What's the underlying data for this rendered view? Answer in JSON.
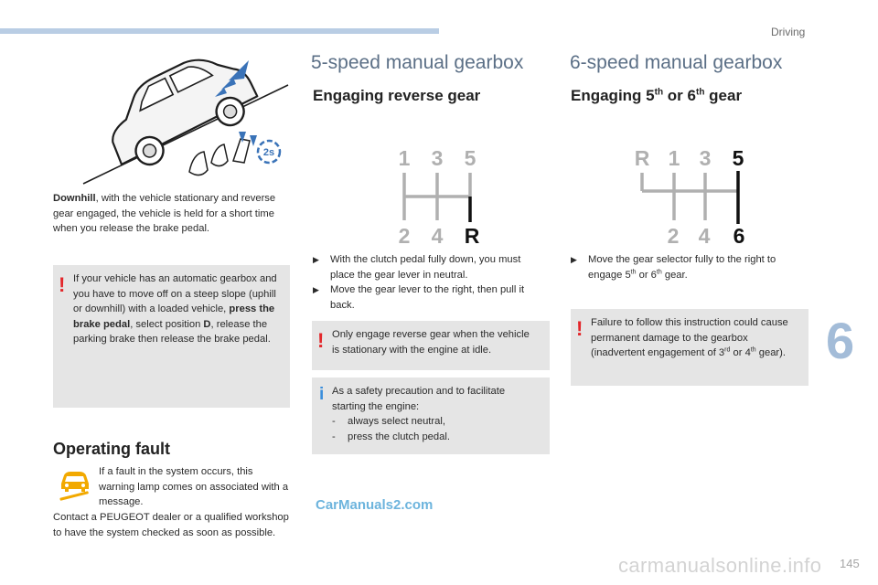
{
  "header": {
    "section_name": "Driving",
    "chapter_number": "6"
  },
  "col1": {
    "downhill_bold": "Downhill",
    "downhill_text": ", with the vehicle stationary and reverse gear engaged, the vehicle is held for a short time when you release the brake pedal.",
    "illustration_badge": "2s",
    "auto_warning": {
      "part1": "If your vehicle has an automatic gearbox and you have to move off on a steep slope (uphill or downhill) with a loaded vehicle, ",
      "bold1": "press the brake pedal",
      "part2": ", select position ",
      "bold2": "D",
      "part3": ", release the parking brake then release the brake pedal."
    },
    "operating_fault_title": "Operating fault",
    "fault_text": "If a fault in the system occurs, this warning lamp comes on associated with a message.",
    "contact_text": "Contact a PEUGEOT dealer or a qualified workshop to have the system checked as soon as possible."
  },
  "col2": {
    "title": "5-speed manual gearbox",
    "subtitle": "Engaging reverse gear",
    "gear_top": [
      "1",
      "3",
      "5"
    ],
    "gear_bottom": [
      "2",
      "4",
      "R"
    ],
    "bullets": [
      "With the clutch pedal fully down, you must place the gear lever in neutral.",
      "Move the gear lever to the right, then pull it back."
    ],
    "warning": "Only engage reverse gear when the vehicle is stationary with the engine at idle.",
    "info_intro": "As a safety precaution and to facilitate starting the engine:",
    "info_items": [
      "always select neutral,",
      "press the clutch pedal."
    ],
    "dash": "-"
  },
  "col3": {
    "title": "6-speed manual gearbox",
    "subtitle_pre": "Engaging 5",
    "subtitle_sup1": "th",
    "subtitle_mid": " or 6",
    "subtitle_sup2": "th",
    "subtitle_post": " gear",
    "gear_top": [
      "R",
      "1",
      "3",
      "5"
    ],
    "gear_bottom": [
      "2",
      "4",
      "6"
    ],
    "bullet_pre": "Move the gear selector fully to the right to engage 5",
    "bullet_sup1": "th",
    "bullet_mid": " or 6",
    "bullet_sup2": "th",
    "bullet_post": " gear.",
    "warning_pre": "Failure to follow this instruction could cause permanent damage to the gearbox (inadvertent engagement of 3",
    "warning_sup1": "rd",
    "warning_mid": " or 4",
    "warning_sup2": "th",
    "warning_post": " gear)."
  },
  "footer": {
    "watermark": "CarManuals2.com",
    "site": "carmanualsonline.info",
    "page_number": "145"
  },
  "icons": {
    "warning": "!",
    "info": "i",
    "bullet": "triangle-bullet-icon"
  },
  "colors": {
    "accent_blue": "#5b6f86",
    "warning_red": "#e3262a",
    "info_blue": "#3a8edc",
    "box_grey": "#e5e5e5"
  }
}
